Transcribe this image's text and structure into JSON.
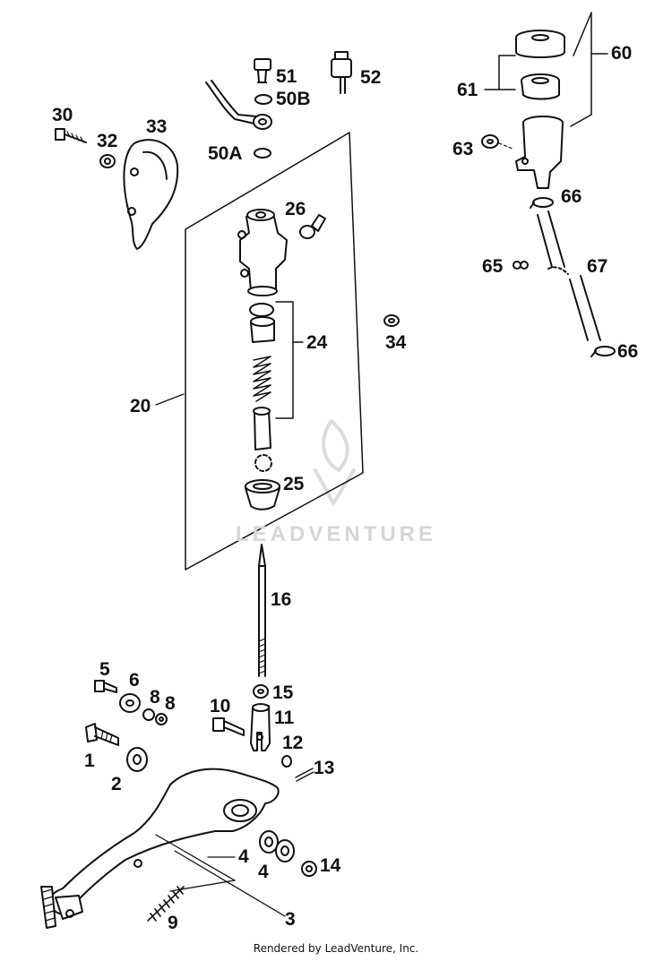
{
  "watermark": "LEADVENTURE",
  "footer": "Rendered by LeadVenture, Inc.",
  "callouts": {
    "c30": "30",
    "c32": "32",
    "c33": "33",
    "c51": "51",
    "c50b": "50B",
    "c52": "52",
    "c50a": "50A",
    "c60": "60",
    "c61": "61",
    "c63": "63",
    "c66a": "66",
    "c65": "65",
    "c67": "67",
    "c66b": "66",
    "c26": "26",
    "c34": "34",
    "c24": "24",
    "c20": "20",
    "c25": "25",
    "c16": "16",
    "c5": "5",
    "c6": "6",
    "c8a": "8",
    "c8b": "8",
    "c10": "10",
    "c15": "15",
    "c11": "11",
    "c1": "1",
    "c2": "2",
    "c12": "12",
    "c13": "13",
    "c4a": "4",
    "c4b": "4",
    "c14": "14",
    "c9": "9",
    "c3": "3"
  }
}
